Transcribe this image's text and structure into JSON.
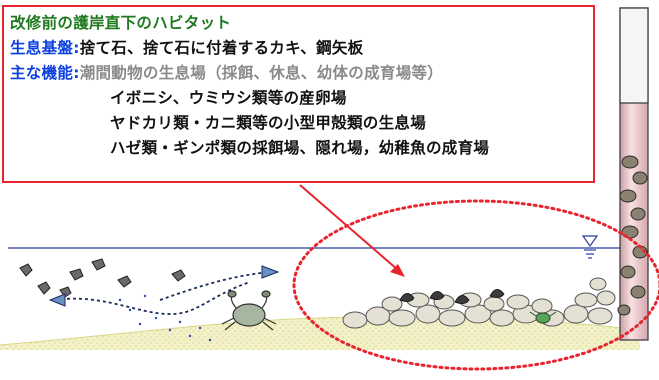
{
  "title": "改修前の護岸直下のハビタット",
  "habitat_base": {
    "label": "生息基盤",
    "separator": ":",
    "text": "捨て石、捨て石に付着するカキ、鋼矢板"
  },
  "main_function": {
    "label": "主な機能",
    "separator": ":",
    "text": "潮間動物の生息場（採餌、休息、幼体の成育場等）",
    "items": [
      "イボニシ、ウミウシ類等の産卵場",
      "ヤドカリ類・カニ類等の小型甲殻類の生息場",
      "ハゼ類・ギンポ類の採餌場、隠れ場，幼稚魚の成育場"
    ]
  },
  "colors": {
    "title": "#1f7a1f",
    "label": "#0b3fe0",
    "callout_border": "#e8252e",
    "water_line": "#2a3f9a",
    "sand": "#f1f0c4",
    "pile": "#f6d7da"
  },
  "icons": [
    "water-level-icon",
    "crab-icon",
    "shrimp-icon",
    "hermit-crab-icon",
    "oyster-icon",
    "rubble-stone-icon",
    "fish-path-arrow-icon"
  ]
}
